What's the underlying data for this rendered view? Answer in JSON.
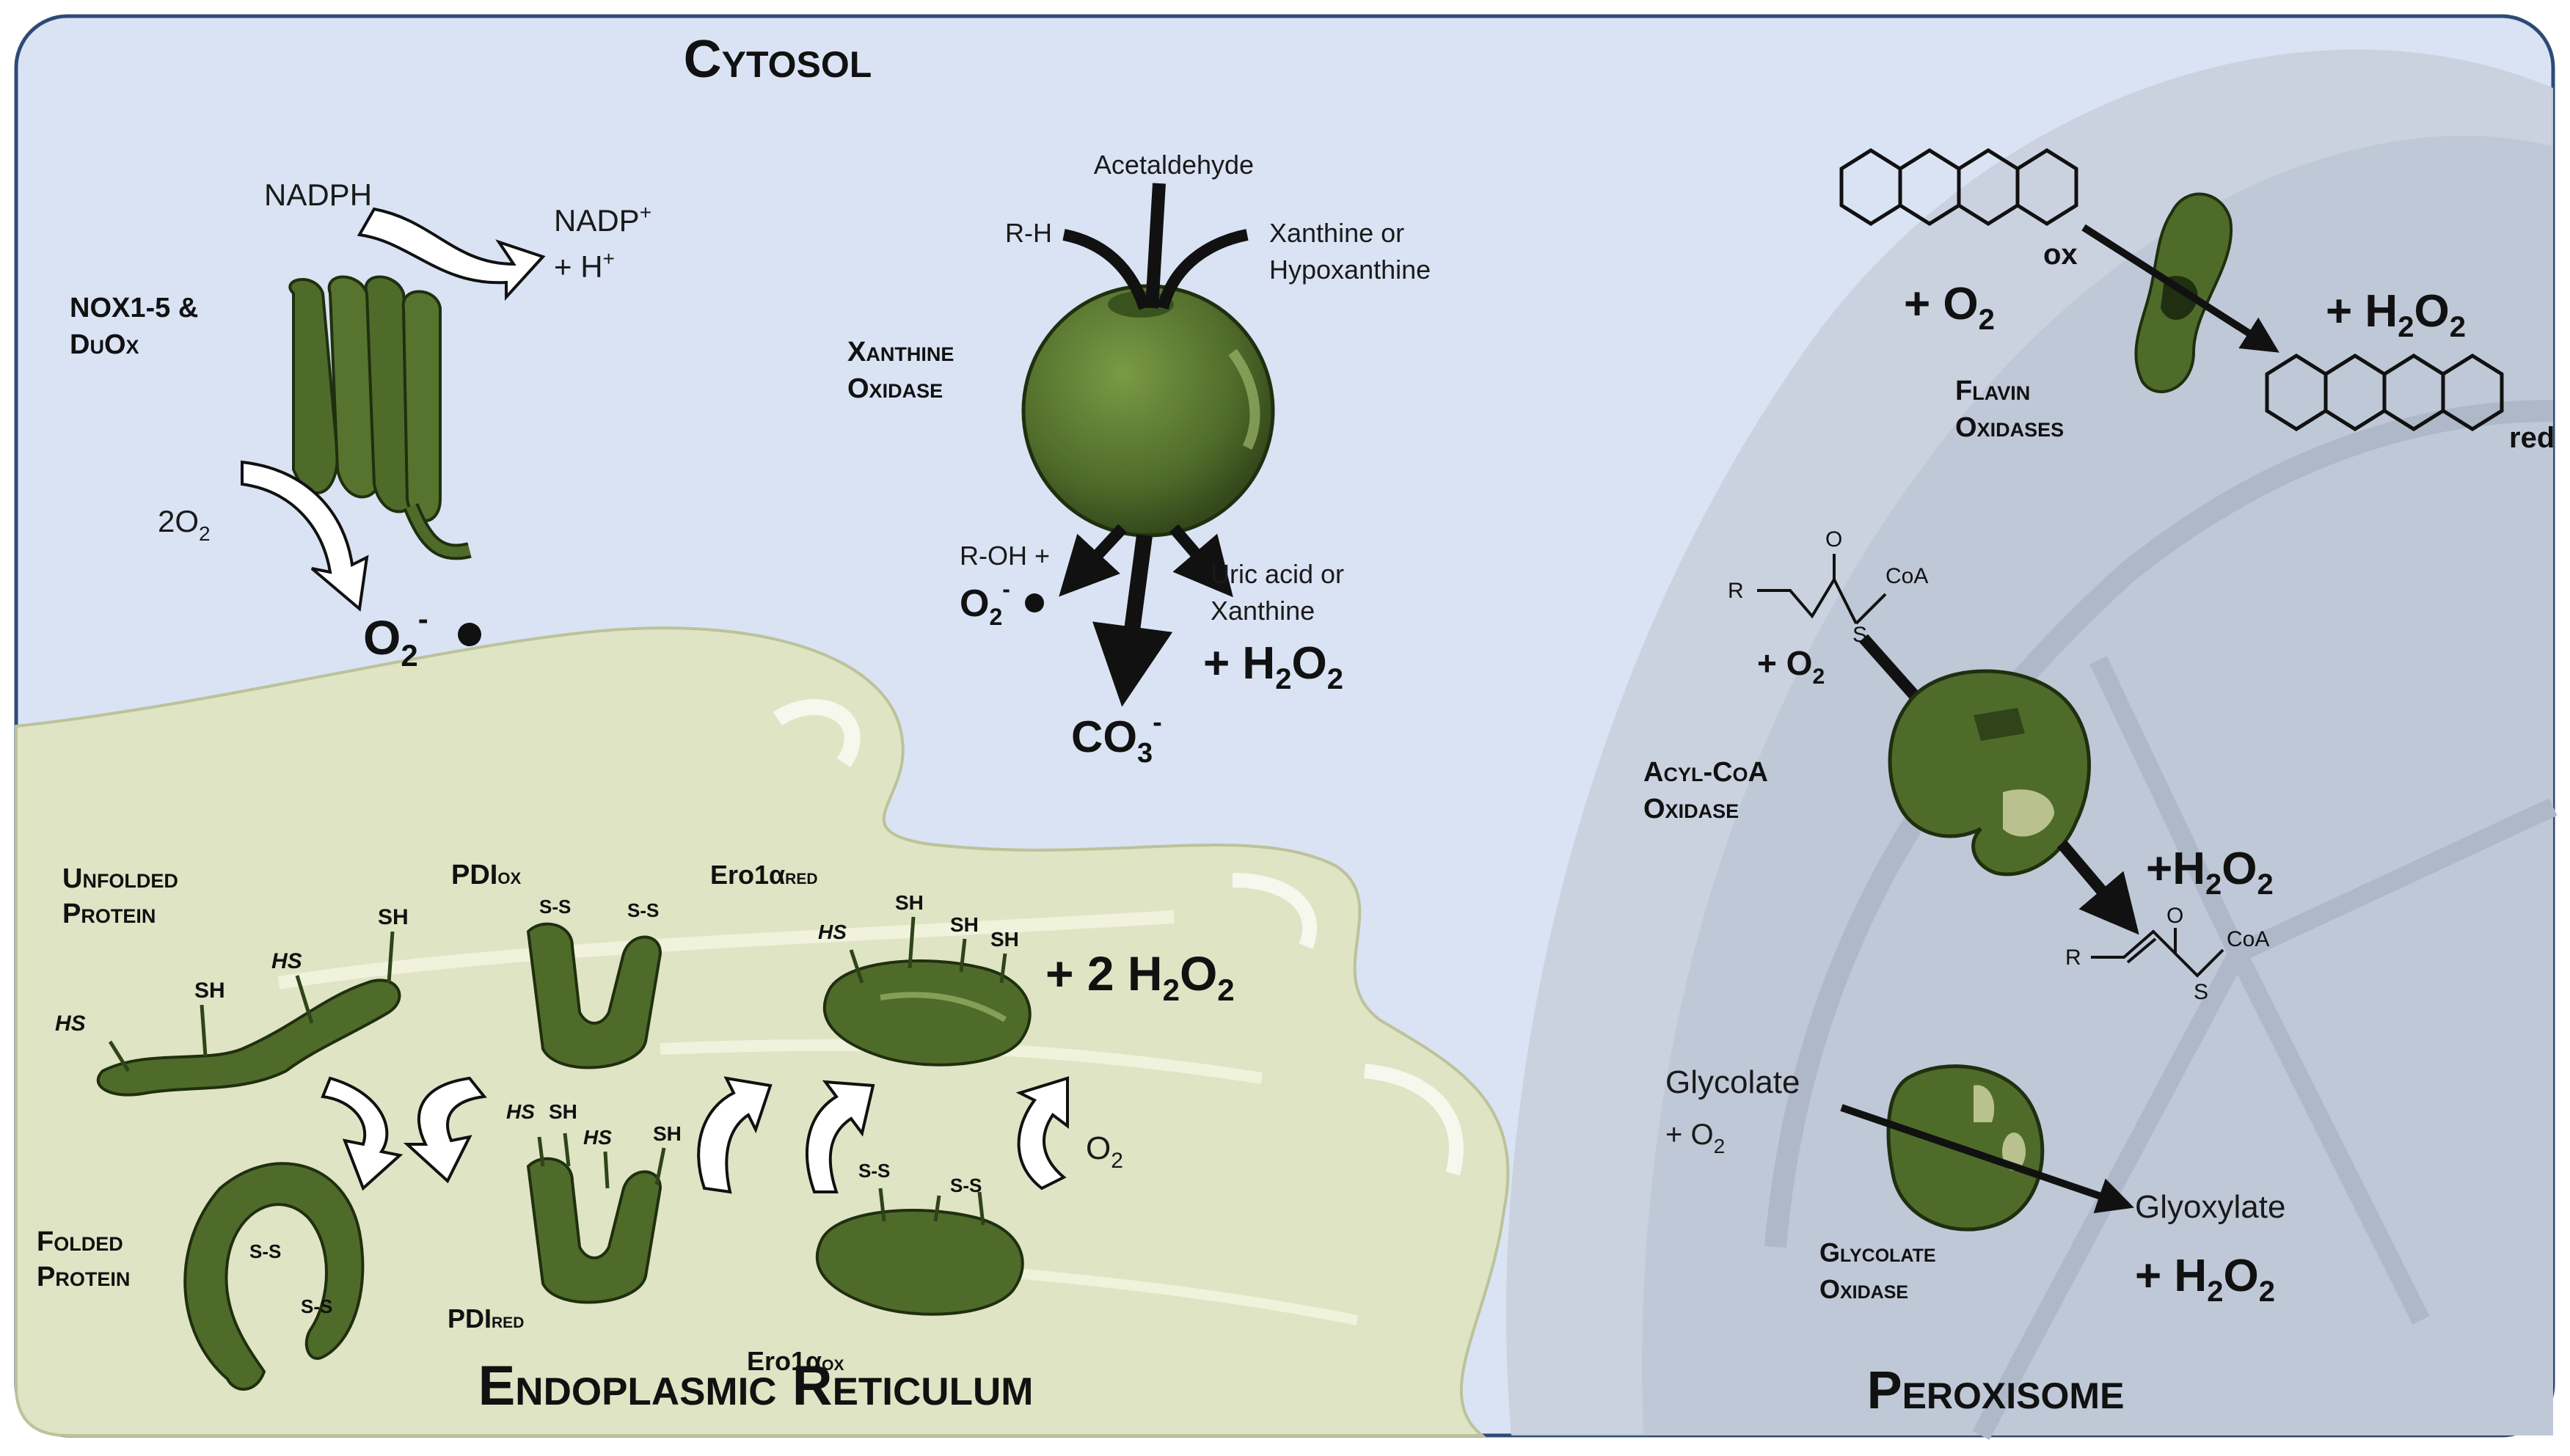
{
  "colors": {
    "cytosol_bg": "#d9e3f3",
    "er_bg": "#dfe4c4",
    "peroxisome_bg": "#c9d1de",
    "enzyme_green": "#4f6b2a",
    "enzyme_dark": "#2f4418",
    "outline": "#2e4a77"
  },
  "regions": {
    "cytosol": "Cytosol",
    "er": "Endoplasmic Reticulum",
    "peroxisome": "Peroxisome"
  },
  "nox": {
    "name_line1": "NOX1-5 &",
    "name_line2": "DuOx",
    "nadph": "NADPH",
    "nadp": "NADP",
    "nadp_sup": "+",
    "h_plus": "+ H",
    "h_sup": "+",
    "two_o2": "2O",
    "two_o2_sub": "2",
    "product": "O",
    "product_sub": "2",
    "product_sup": "-"
  },
  "xanthine_oxidase": {
    "name_line1": "Xanthine",
    "name_line2": "Oxidase",
    "acetaldehyde": "Acetaldehyde",
    "rh": "R-H",
    "xanthine_line1": "Xanthine or",
    "xanthine_line2": "Hypoxanthine",
    "roh": "R-OH +",
    "o2_radical": "O",
    "o2_radical_sub": "2",
    "o2_radical_sup": "-",
    "uric_line1": "Uric acid or",
    "uric_line2": "Xanthine",
    "h2o2": "+ H",
    "h2o2_sub": "2",
    "h2o2_end": "O",
    "h2o2_sub2": "2",
    "co3": "CO",
    "co3_sub": "3",
    "co3_sup": "-"
  },
  "er_labels": {
    "unfolded_line1": "Unfolded",
    "unfolded_line2": "Protein",
    "folded_line1": "Folded",
    "folded_line2": "Protein",
    "pdi_ox": "PDI",
    "pdi_ox_sub": "ox",
    "pdi_red": "PDI",
    "pdi_red_sub": "red",
    "ero_red": "Ero1α",
    "ero_red_sub": "red",
    "ero_ox": "Ero1α",
    "ero_ox_sub": "ox",
    "sh": "SH",
    "hs": "HS",
    "ss": "S-S",
    "two_h2o2": "+ 2 H",
    "two_h2o2_sub": "2",
    "two_h2o2_end": "O",
    "two_h2o2_sub2": "2",
    "o2": "O",
    "o2_sub": "2"
  },
  "peroxisome_labels": {
    "flavin_line1": "Flavin",
    "flavin_line2": "Oxidases",
    "ox": "ox",
    "red": "red",
    "plus_o2": "+ O",
    "plus_o2_sub": "2",
    "h2o2": "+ H",
    "h2o2_sub": "2",
    "h2o2_end": "O",
    "h2o2_sub2": "2",
    "acyl_line1": "Acyl-CoA",
    "acyl_line2": "Oxidase",
    "r": "R",
    "o": "O",
    "s": "S",
    "coa": "CoA",
    "acyl_o2": "+ O",
    "acyl_o2_sub": "2",
    "acyl_h2o2": "+H",
    "acyl_h2o2_sub": "2",
    "acyl_h2o2_end": "O",
    "acyl_h2o2_sub2": "2",
    "glycolate": "Glycolate",
    "glycolate_o2": "+ O",
    "glycolate_o2_sub": "2",
    "glycolate_ox_line1": "Glycolate",
    "glycolate_ox_line2": "Oxidase",
    "glyoxylate": "Glyoxylate",
    "gly_h2o2": "+ H",
    "gly_h2o2_sub": "2",
    "gly_h2o2_end": "O",
    "gly_h2o2_sub2": "2"
  }
}
